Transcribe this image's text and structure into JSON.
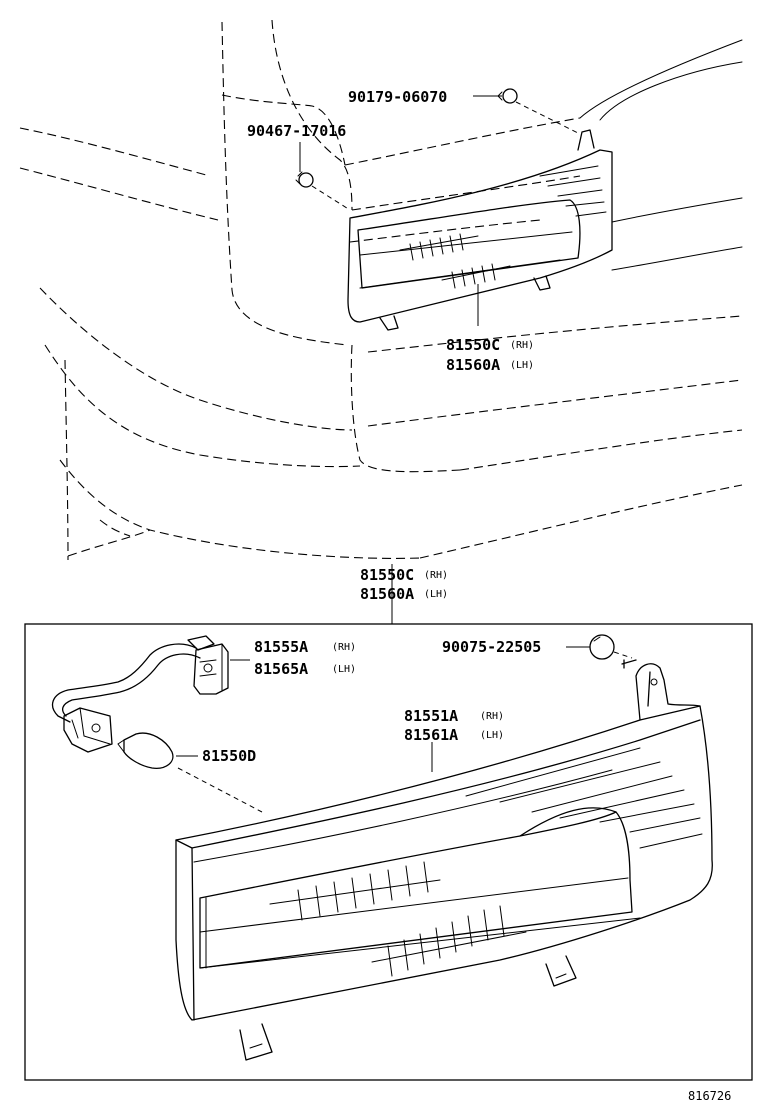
{
  "labels": {
    "bolt_top": {
      "part": "90179-06070"
    },
    "screw": {
      "part": "90467-17016"
    },
    "lamp_assy_upper": {
      "rh_part": "81550C",
      "rh_side": "(RH)",
      "lh_part": "81560A",
      "lh_side": "(LH)"
    },
    "lamp_assy_lower": {
      "rh_part": "81550C",
      "rh_side": "(RH)",
      "lh_part": "81560A",
      "lh_side": "(LH)"
    },
    "socket": {
      "rh_part": "81555A",
      "rh_side": "(RH)",
      "lh_part": "81565A",
      "lh_side": "(LH)"
    },
    "nut": {
      "part": "90075-22505"
    },
    "lens": {
      "rh_part": "81551A",
      "rh_side": "(RH)",
      "lh_part": "81561A",
      "lh_side": "(LH)"
    },
    "bulb": {
      "part": "81550D"
    }
  },
  "diagram_code": "816726"
}
